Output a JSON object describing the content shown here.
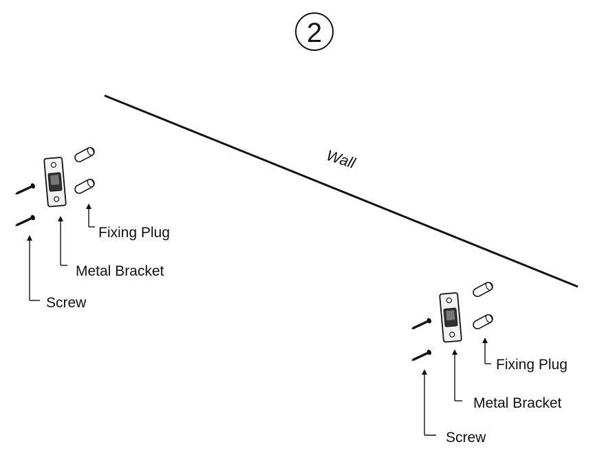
{
  "step": {
    "number": "2"
  },
  "wall": {
    "label": "Wall"
  },
  "assembly_left": {
    "fixing_plug_label": "Fixing Plug",
    "metal_bracket_label": "Metal Bracket",
    "screw_label": "Screw"
  },
  "assembly_right": {
    "fixing_plug_label": "Fixing Plug",
    "metal_bracket_label": "Metal Bracket",
    "screw_label": "Screw"
  },
  "colors": {
    "ink": "#111111",
    "paper": "#ffffff"
  }
}
